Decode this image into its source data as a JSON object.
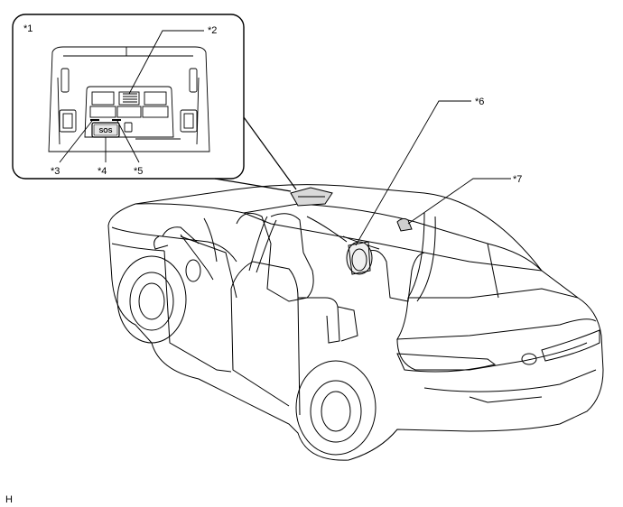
{
  "diagram": {
    "callouts": {
      "c1": "*1",
      "c2": "*2",
      "c3": "*3",
      "c4": "*4",
      "c5": "*5",
      "c6": "*6",
      "c7": "*7"
    },
    "sos_button_text": "SOS",
    "corner_mark": "H"
  }
}
